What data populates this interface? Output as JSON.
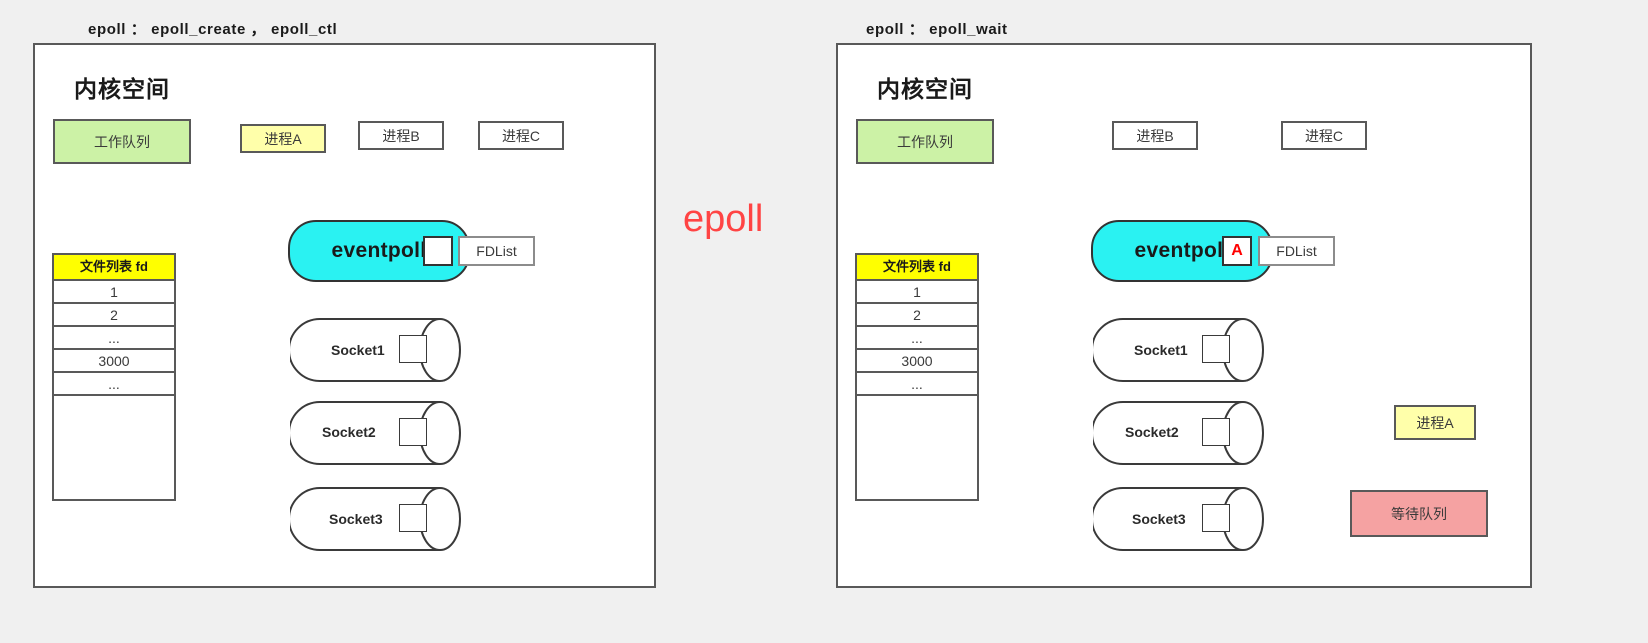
{
  "background_color": "#f0f0f0",
  "center_word": "epoll",
  "center_word_color": "#ff4444",
  "panels": [
    {
      "id": "left",
      "caption": "epoll ： epoll_create ，  epoll_ctl",
      "title": "内核空间",
      "work_queue": "工作队列",
      "queue_processes": [
        "进程A",
        "进程B",
        "进程C"
      ],
      "fd_table": {
        "header": "文件列表 fd",
        "rows": [
          "1",
          "2",
          "...",
          "3000",
          "..."
        ]
      },
      "eventpoll": {
        "label": "eventpoll",
        "slot": "",
        "fdlist": "FDList"
      },
      "sockets": [
        "Socket1",
        "Socket2",
        "Socket3"
      ],
      "wait_queue": null,
      "blocked_process": null
    },
    {
      "id": "right",
      "caption": "epoll ： epoll_wait",
      "title": "内核空间",
      "work_queue": "工作队列",
      "queue_processes": [
        "进程B",
        "进程C"
      ],
      "fd_table": {
        "header": "文件列表 fd",
        "rows": [
          "1",
          "2",
          "...",
          "3000",
          "..."
        ]
      },
      "eventpoll": {
        "label": "eventpoll",
        "slot": "A",
        "fdlist": "FDList"
      },
      "sockets": [
        "Socket1",
        "Socket2",
        "Socket3"
      ],
      "wait_queue": "等待队列",
      "blocked_process": "进程A"
    }
  ],
  "colors": {
    "work_queue_fill": "#ccf2a6",
    "process_a_fill": "#ffffaa",
    "eventpoll_fill": "#2af2f2",
    "fd_header_fill": "#ffff00",
    "wait_queue_fill": "#f5a2a2",
    "alert_arrow": "#ff0000"
  }
}
